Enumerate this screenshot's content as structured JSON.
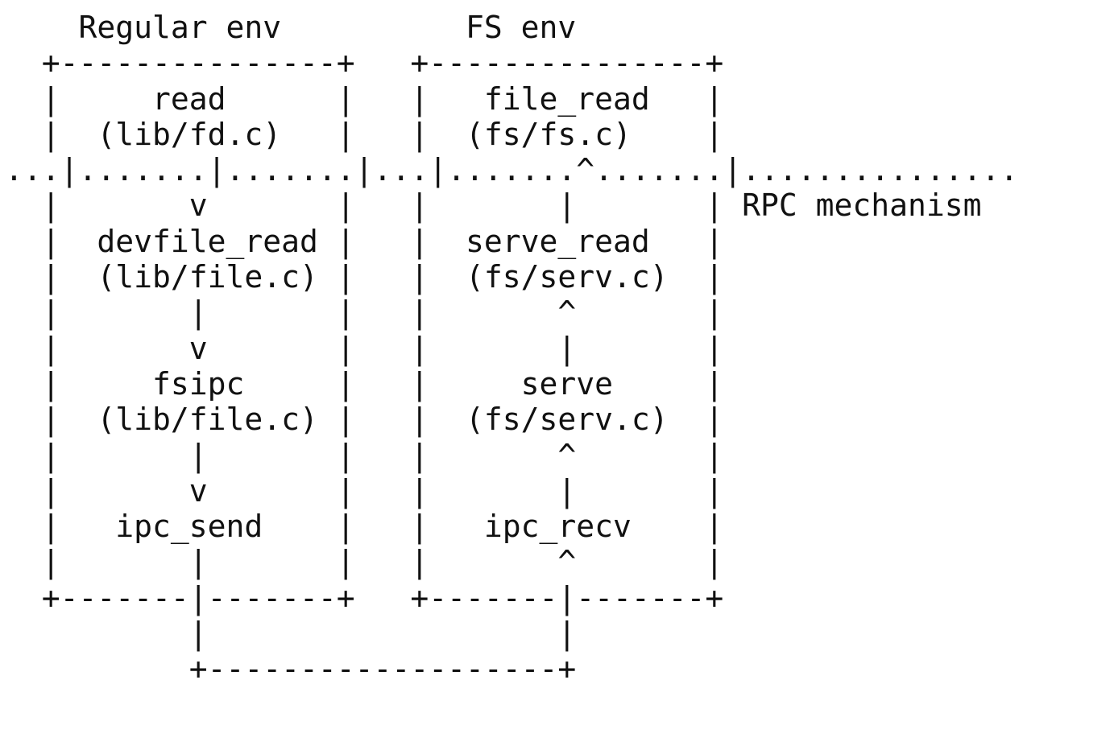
{
  "diagram": {
    "regular_env_title": "Regular env",
    "fs_env_title": "FS env",
    "rpc_label": "RPC mechanism",
    "lines": [
      "    Regular env          FS env",
      "  +---------------+   +---------------+",
      "  |     read      |   |   file_read   |",
      "  |  (lib/fd.c)   |   |  (fs/fs.c)    |",
      "...|.......|.......|...|.......^.......|...............",
      "  |       v       |   |       |       | RPC mechanism",
      "  |  devfile_read |   |  serve_read   |",
      "  |  (lib/file.c) |   |  (fs/serv.c)  |",
      "  |       |       |   |       ^       |",
      "  |       v       |   |       |       |",
      "  |     fsipc     |   |     serve     |",
      "  |  (lib/file.c) |   |  (fs/serv.c)  |",
      "  |       |       |   |       ^       |",
      "  |       v       |   |       |       |",
      "  |   ipc_send    |   |   ipc_recv    |",
      "  |       |       |   |       ^       |",
      "  +-------|-------+   +-------|-------+",
      "          |                   |",
      "          +-------------------+"
    ]
  }
}
